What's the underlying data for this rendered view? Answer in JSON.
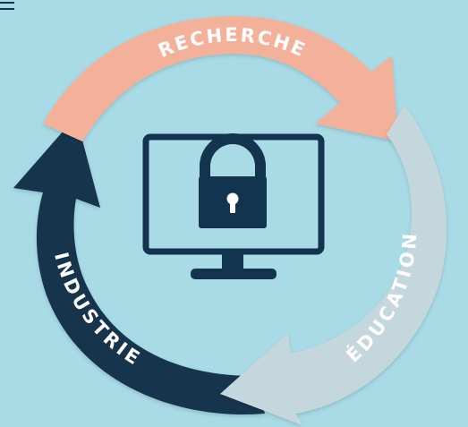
{
  "cycle": {
    "segments": [
      {
        "label": "RECHERCHE",
        "color": "#f4b19a"
      },
      {
        "label": "ÉDUCATION",
        "color": "#c4d7dc"
      },
      {
        "label": "INDUSTRIE",
        "color": "#12344e"
      }
    ],
    "center_icon": "monitor-with-padlock-icon"
  },
  "colors": {
    "background": "#a8dbe6",
    "icon": "#12344e"
  }
}
